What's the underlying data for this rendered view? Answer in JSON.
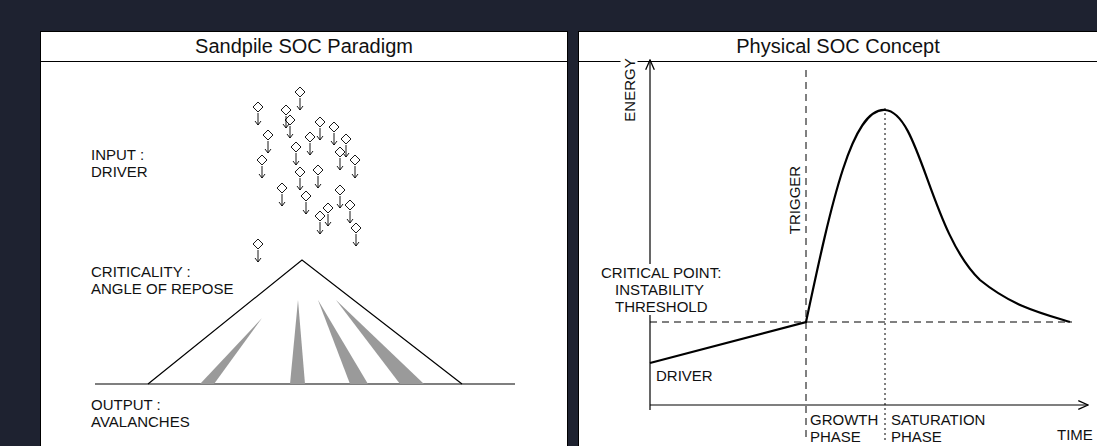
{
  "diagram": {
    "nodes": [
      {
        "text": [
          "Sandpile SOC Paradigm"
        ]
      },
      {
        "text": [
          "Physical SOC Concept"
        ]
      }
    ],
    "labels": [
      "INPUT : DRIVER",
      "CRITICALITY : ANGLE OF REPOSE",
      "OUTPUT : AVALANCHES",
      "ENERGY",
      "TRIGGER",
      "CRITICAL POINT: INSTABILITY THRESHOLD",
      "DRIVER",
      "GROWTH PHASE",
      "SATURATION PHASE",
      "TIME"
    ]
  }
}
